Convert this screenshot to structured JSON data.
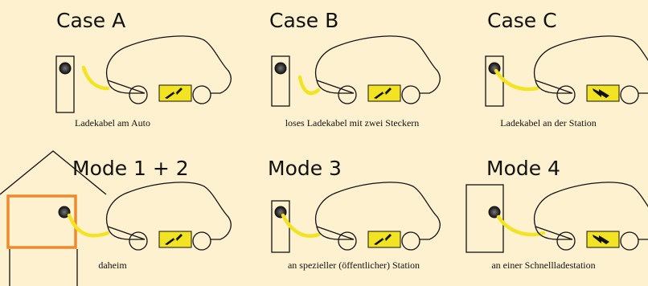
{
  "panels": [
    {
      "id": "case-a",
      "title": "Case A",
      "caption": "Ladekabel am Auto"
    },
    {
      "id": "case-b",
      "title": "Case B",
      "caption": "loses Ladekabel mit zwei Steckern"
    },
    {
      "id": "case-c",
      "title": "Case C",
      "caption": "Ladekabel an der Station"
    },
    {
      "id": "mode-1-2",
      "title": "Mode 1 + 2",
      "caption": "daheim"
    },
    {
      "id": "mode-3",
      "title": "Mode 3",
      "caption": "an spezieller (öffentlicher) Station"
    },
    {
      "id": "mode-4",
      "title": "Mode 4",
      "caption": "an einer Schnellladestation"
    }
  ],
  "colors": {
    "background": "#fdf1cf",
    "cable": "#f2e422",
    "battery": "#f2e422",
    "house": "#ee8a2e",
    "outline": "#111111"
  }
}
